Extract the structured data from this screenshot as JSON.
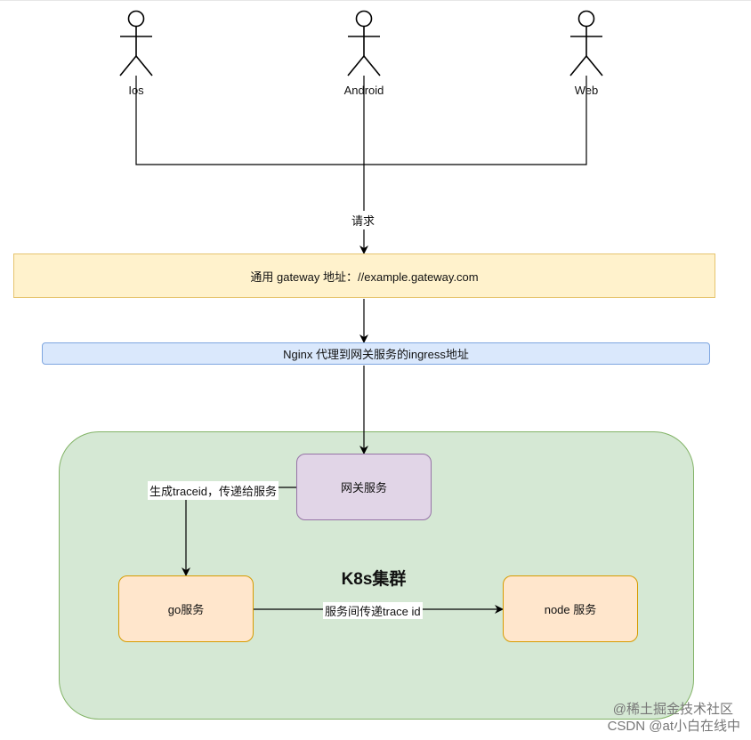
{
  "actors": [
    {
      "id": "ios",
      "label": "Ios"
    },
    {
      "id": "android",
      "label": "Android"
    },
    {
      "id": "web",
      "label": "Web"
    }
  ],
  "edges": {
    "request_label": "请求",
    "generate_label": "生成traceid，传递给服务",
    "pass_label": "服务间传递trace id"
  },
  "nodes": {
    "gateway_address": "通用 gateway 地址：//example.gateway.com",
    "nginx_proxy": "Nginx 代理到网关服务的ingress地址",
    "cluster_title": "K8s集群",
    "gateway_service": "网关服务",
    "go_service": "go服务",
    "node_service": "node 服务"
  },
  "watermark": {
    "line1": "@稀土掘金技术社区",
    "line2": "CSDN @at小白在线中"
  },
  "colors": {
    "gateway_fill": "#fff2cc",
    "nginx_fill": "#dae8fc",
    "cluster_fill": "#d5e8d4",
    "gateway_service_fill": "#e1d5e7",
    "service_fill": "#ffe6cc"
  }
}
